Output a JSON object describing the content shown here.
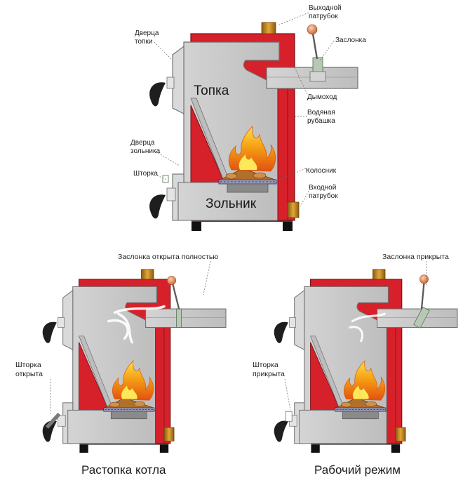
{
  "main_diagram": {
    "labels": {
      "outlet_pipe": [
        "Выходной",
        "патрубок"
      ],
      "firebox_door": [
        "Дверца",
        "топки"
      ],
      "damper": "Заслонка",
      "chimney": "Дымоход",
      "water_jacket": [
        "Водяная",
        "рубашка"
      ],
      "ash_door": [
        "Дверца",
        "зольника"
      ],
      "shutter": "Шторка",
      "grate": "Колосник",
      "inlet_pipe": [
        "Входной",
        "патрубок"
      ]
    },
    "firebox_title": "Топка",
    "ashpit_title": "Зольник"
  },
  "kindling_diagram": {
    "damper_label": "Заслонка открыта полностью",
    "shutter_label": [
      "Шторка",
      "открыта"
    ],
    "caption": "Растопка котла"
  },
  "working_diagram": {
    "damper_label": "Заслонка прикрыта",
    "shutter_label": [
      "Шторка",
      "прикрыта"
    ],
    "caption": "Рабочий режим"
  },
  "colors": {
    "jacket_red": "#d6202a",
    "body_grey": "#c9c9c9",
    "outline": "#6e6e6e",
    "flame_orange": "#f39a14",
    "flame_yellow": "#ffd21a",
    "brass": "#c98c1e"
  }
}
